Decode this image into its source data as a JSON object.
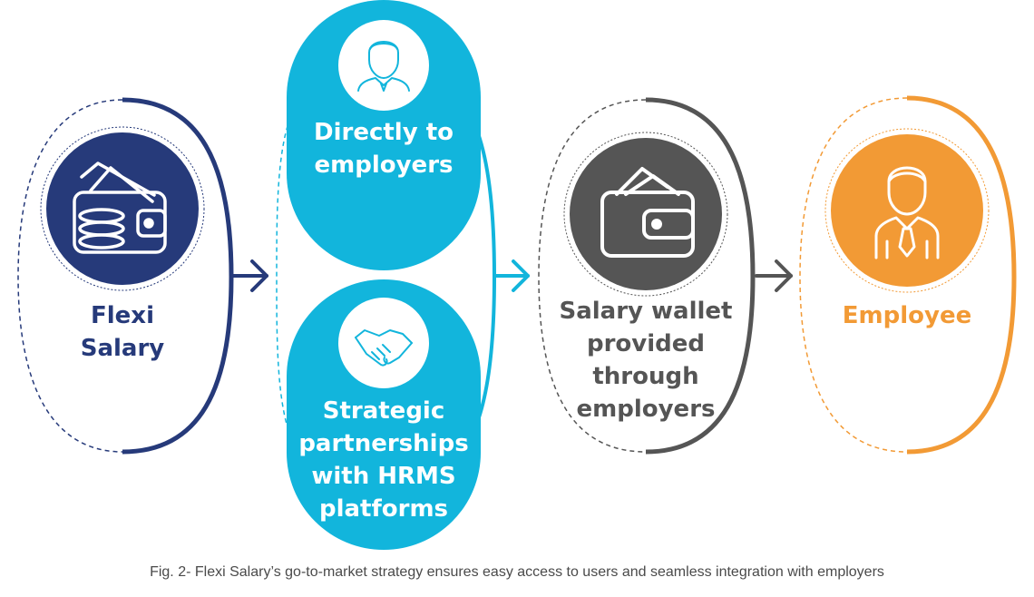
{
  "nodes": {
    "flexi_salary": {
      "label": "Flexi\nSalary",
      "color": "#263a7a",
      "icon": "wallet-cash-coins-icon"
    },
    "direct": {
      "label": "Directly to\nemployers",
      "color": "#12b5dc",
      "icon": "businessman-icon"
    },
    "partnerships": {
      "label": "Strategic\npartnerships\nwith HRMS\nplatforms",
      "color": "#12b5dc",
      "icon": "handshake-icon"
    },
    "salary_wallet": {
      "label": "Salary wallet\nprovided\nthrough\nemployers",
      "color": "#555555",
      "icon": "wallet-icon"
    },
    "employee": {
      "label": "Employee",
      "color": "#f29a35",
      "icon": "employee-icon"
    }
  },
  "arrows": [
    "arrow-right-icon",
    "arrow-right-icon",
    "arrow-right-icon"
  ],
  "caption": "Fig. 2- Flexi Salary’s go-to-market strategy ensures easy access to users and seamless integration with employers"
}
